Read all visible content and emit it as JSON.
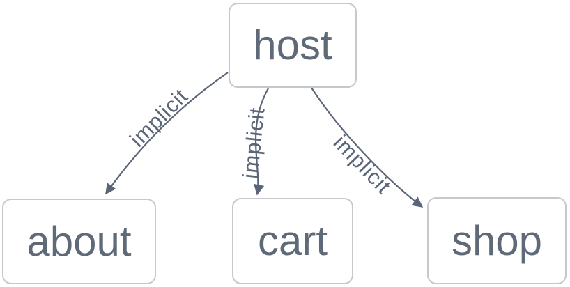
{
  "diagram": {
    "background_color": "#ffffff",
    "node_fill": "#ffffff",
    "node_border_color": "#c6c8cc",
    "node_text_color": "#5f6a79",
    "edge_color": "#5b6578",
    "nodes": [
      {
        "id": "host",
        "label": "host"
      },
      {
        "id": "about",
        "label": "about"
      },
      {
        "id": "cart",
        "label": "cart"
      },
      {
        "id": "shop",
        "label": "shop"
      }
    ],
    "edges": [
      {
        "from": "host",
        "to": "about",
        "label": "implicit"
      },
      {
        "from": "host",
        "to": "cart",
        "label": "implicit"
      },
      {
        "from": "host",
        "to": "shop",
        "label": "implicit"
      }
    ]
  }
}
